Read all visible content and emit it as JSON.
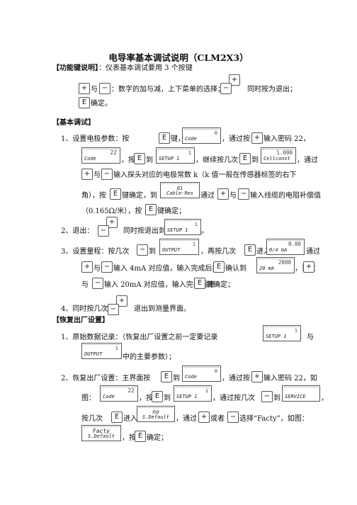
{
  "title": "电导率基本调试说明（CLM2X3）",
  "func": {
    "heading": "【功能键说明】",
    "intro": "：仪表基本调试要用 3 个按键",
    "plus_minus_a": "与",
    "plus_minus_b": "：数字的加与减，上下菜单的选择；",
    "both_exit": "同时按为退出；",
    "e_confirm": "确定。"
  },
  "basic": {
    "heading": "【基本调试】",
    "s1_a": "1、设置电极参数：按",
    "s1_b": "键，到",
    "s1_c": "，通过按",
    "s1_d": "输入密码 22，",
    "s1_e": "，按",
    "s1_f": "到",
    "s1_g": "，继续按几次",
    "s1_h": "到",
    "s1_i": "，通过",
    "s1_j": "与",
    "s1_k": "输入探头对应的电极常数 k（k 值一般在传感器标签的右下",
    "s1_l": "角），按",
    "s1_m": "键确定，到",
    "s1_n": "通过",
    "s1_o": "与",
    "s1_p": "输入线缆的电阻补偿值",
    "s1_q": "（0.165Ω/米），按",
    "s1_r": "键确定；",
    "s2_a": "2、退出：",
    "s2_b": "同时按退出到",
    "s2_c": "。",
    "s3_a": "3、设置量程：按几次",
    "s3_b": "到",
    "s3_c": "，再按几次",
    "s3_d": "进入到",
    "s3_e": "通过",
    "s3_f": "与",
    "s3_g": "输入 4mA 对应值，输入完成后按",
    "s3_h": "确认到",
    "s3_i": "，通过",
    "s3_j": "与",
    "s3_k": "输入 20mA 对应值，输入完毕后按",
    "s3_l": "键确定；",
    "s4_a": "4、同时按几次",
    "s4_b": "退出到测量界面。"
  },
  "restore": {
    "heading": "【恢复出厂设置】",
    "r1_a": "1、原始数据记录：（恢复出厂设置之前一定要记录",
    "r1_b": "与",
    "r1_c": "中的主要参数）；",
    "r2_a": "2、恢复出厂设置：主界面按",
    "r2_b": "到",
    "r2_c": "，通过按",
    "r2_d": "输入密码 22，如",
    "r2_e": "图：",
    "r2_f": "，按",
    "r2_g": "到",
    "r2_h": "，通过按几次",
    "r2_i": "到",
    "r2_j": "，",
    "r2_k": "按几次",
    "r2_l": "进入",
    "r2_m": "，通过",
    "r2_n": "或者",
    "r2_o": "选择“Facty”，如图：",
    "r2_p": "，按",
    "r2_q": "确定；"
  },
  "keys": {
    "plus": "+",
    "minus": "−",
    "e": "E"
  },
  "lcd": {
    "code0": {
      "up": "0",
      "lo": "Code"
    },
    "code22": {
      "up": "22",
      "lo": "Code"
    },
    "setup1": {
      "up": "1",
      "lo": "SETUP  1"
    },
    "cellconst": {
      "up": "1.000",
      "lo": "Cellconst"
    },
    "cableres": {
      "cen": "01",
      "cen2": "Cable-Res"
    },
    "output": {
      "up": "1",
      "lo": "OUTPUT"
    },
    "range4": {
      "up": "0.00",
      "lo": "0/4 mA"
    },
    "range20": {
      "up": "2000",
      "lo": "20 mA"
    },
    "service": {
      "up": "",
      "lo": "SERVICE"
    },
    "sdefault": {
      "cen": "no",
      "cen2": "S.Default"
    },
    "facty": {
      "cen": "Facty",
      "cen2": "S.Default"
    }
  }
}
